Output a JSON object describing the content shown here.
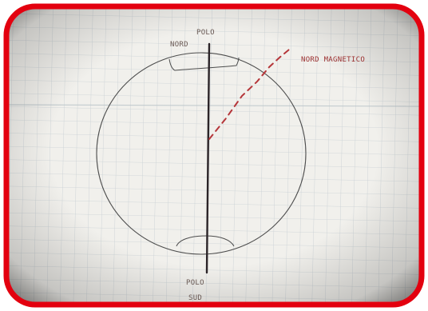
{
  "frame": {
    "border_color": "#e3000f",
    "paper_color": "#f1f0ec",
    "grid_color": "#c7cfd3"
  },
  "ink": {
    "pencil": "#4d4d4d",
    "axis": "#2b2428",
    "dash": "#b5363a",
    "label_pencil": "#6a5a55",
    "label_red": "#9c3030"
  },
  "labels": {
    "north_top": "POLO",
    "north_bottom": "NORD",
    "magnetic": "NORD MAGNETICO",
    "south_top": "POLO",
    "south_bottom": "SUD"
  }
}
